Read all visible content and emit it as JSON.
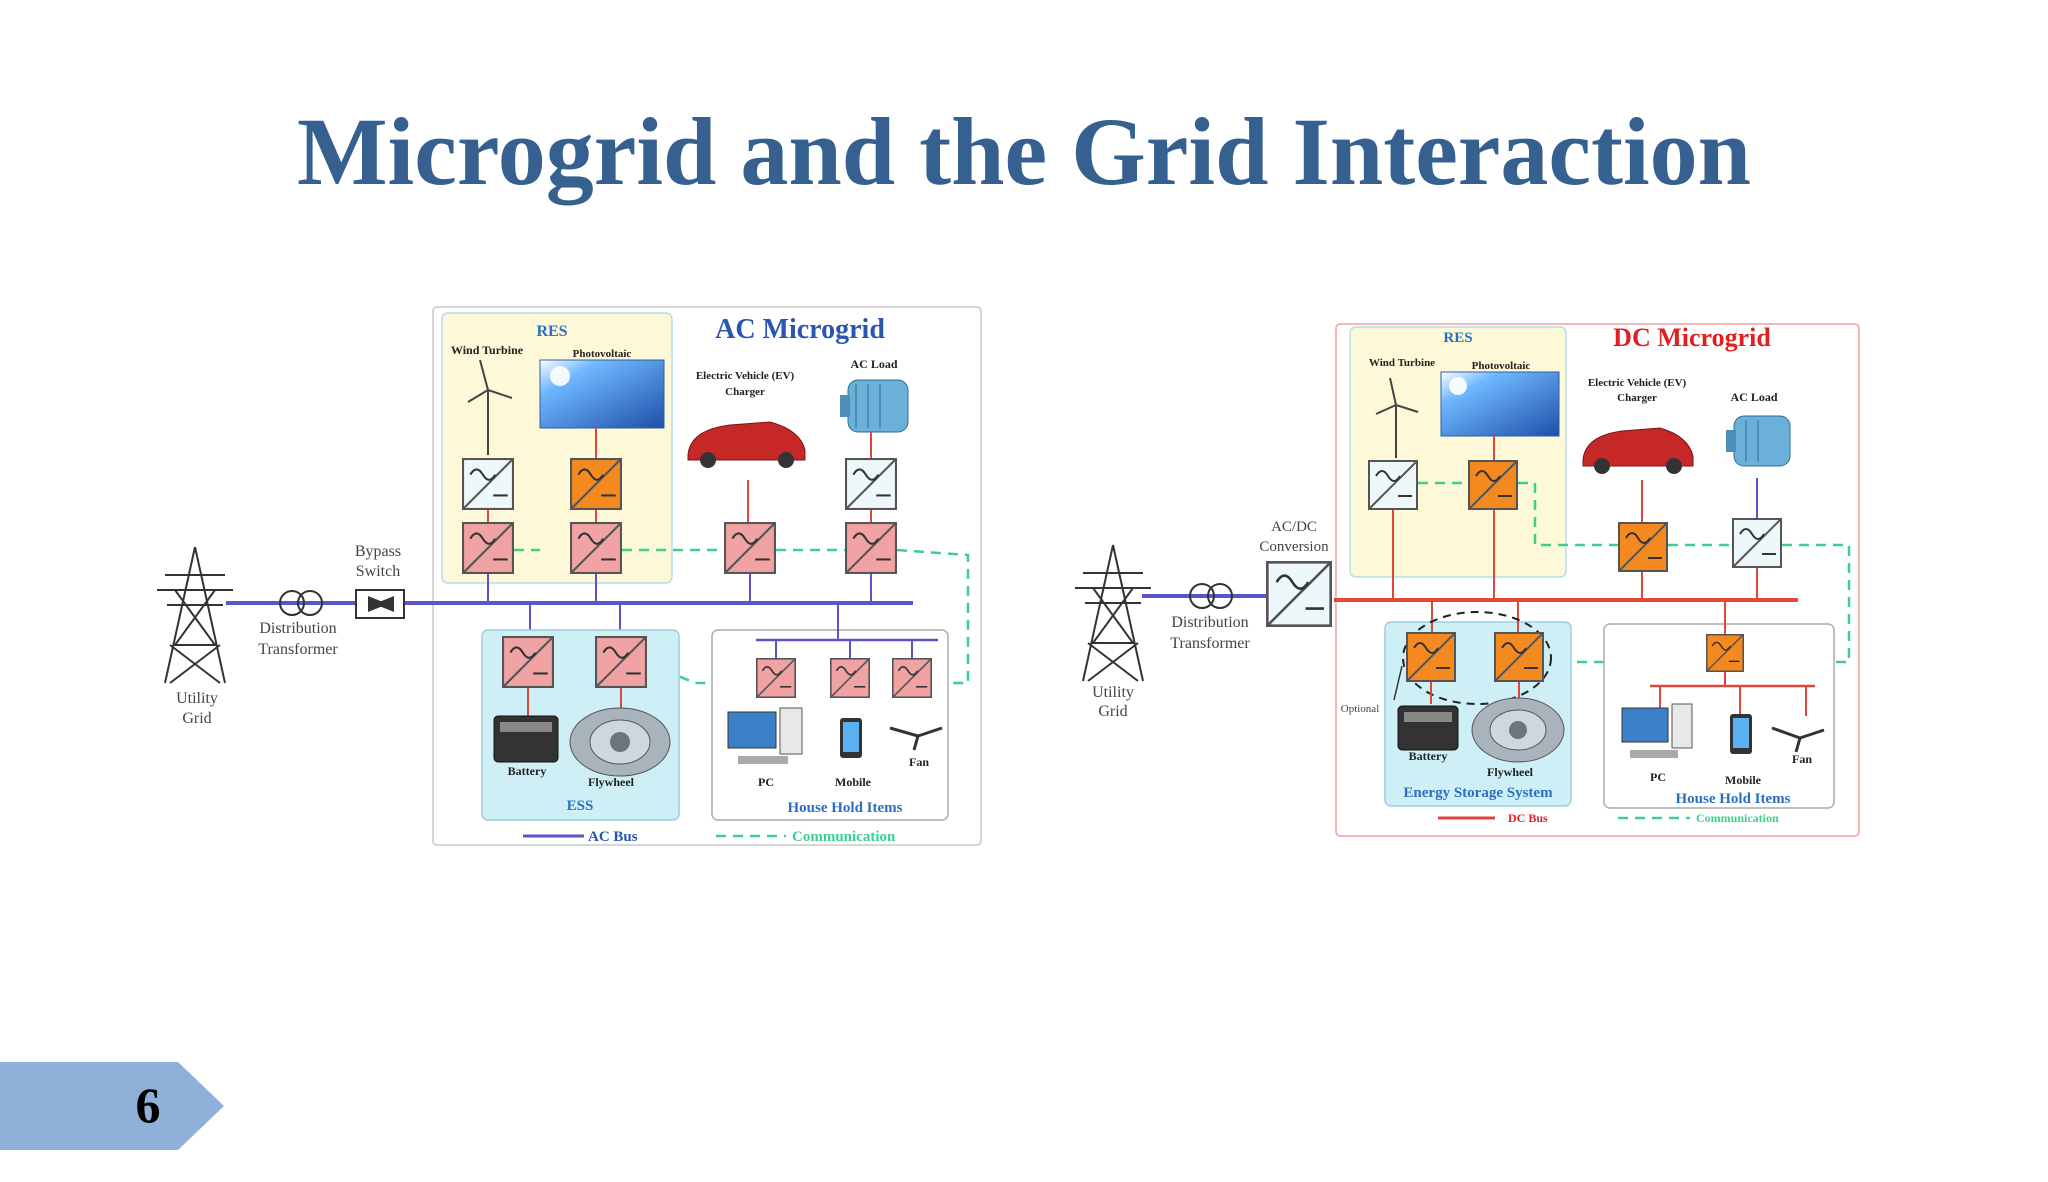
{
  "slide": {
    "title": "Microgrid and the Grid Interaction",
    "page_number": "6"
  },
  "colors": {
    "title": "#35608f",
    "ac_bus": "#5b56c8",
    "dc_bus": "#e0463c",
    "communication": "#3ecf8e",
    "res_panel": "#fdf8d8",
    "ess_panel": "#cfeff6",
    "converter_pink": "#f1a3a3",
    "converter_orange": "#f4891f",
    "converter_white": "#eef8fb",
    "page_tab": "#8fb0d8"
  },
  "ac": {
    "title": "AC Microgrid",
    "res": "RES",
    "wind": "Wind Turbine",
    "pv": "Photovoltaic",
    "ev_line1": "Electric Vehicle (EV)",
    "ev_line2": "Charger",
    "load": "AC Load",
    "utility_1": "Utility",
    "utility_2": "Grid",
    "dist_1": "Distribution",
    "dist_2": "Transformer",
    "bypass_1": "Bypass",
    "bypass_2": "Switch",
    "battery": "Battery",
    "flywheel": "Flywheel",
    "ess": "ESS",
    "pc": "PC",
    "mobile": "Mobile",
    "fan": "Fan",
    "house": "House Hold Items",
    "legend_bus": "AC Bus",
    "legend_comm": "Communication"
  },
  "dc": {
    "title": "DC Microgrid",
    "res": "RES",
    "wind": "Wind Turbine",
    "pv": "Photovoltaic",
    "ev_line1": "Electric Vehicle (EV)",
    "ev_line2": "Charger",
    "load": "AC Load",
    "conv_1": "AC/DC",
    "conv_2": "Conversion",
    "utility_1": "Utility",
    "utility_2": "Grid",
    "dist_1": "Distribution",
    "dist_2": "Transformer",
    "optional": "Optional",
    "battery": "Battery",
    "flywheel": "Flywheel",
    "ess": "Energy Storage System",
    "pc": "PC",
    "mobile": "Mobile",
    "fan": "Fan",
    "house": "House Hold Items",
    "legend_bus": "DC Bus",
    "legend_comm": "Communication"
  }
}
